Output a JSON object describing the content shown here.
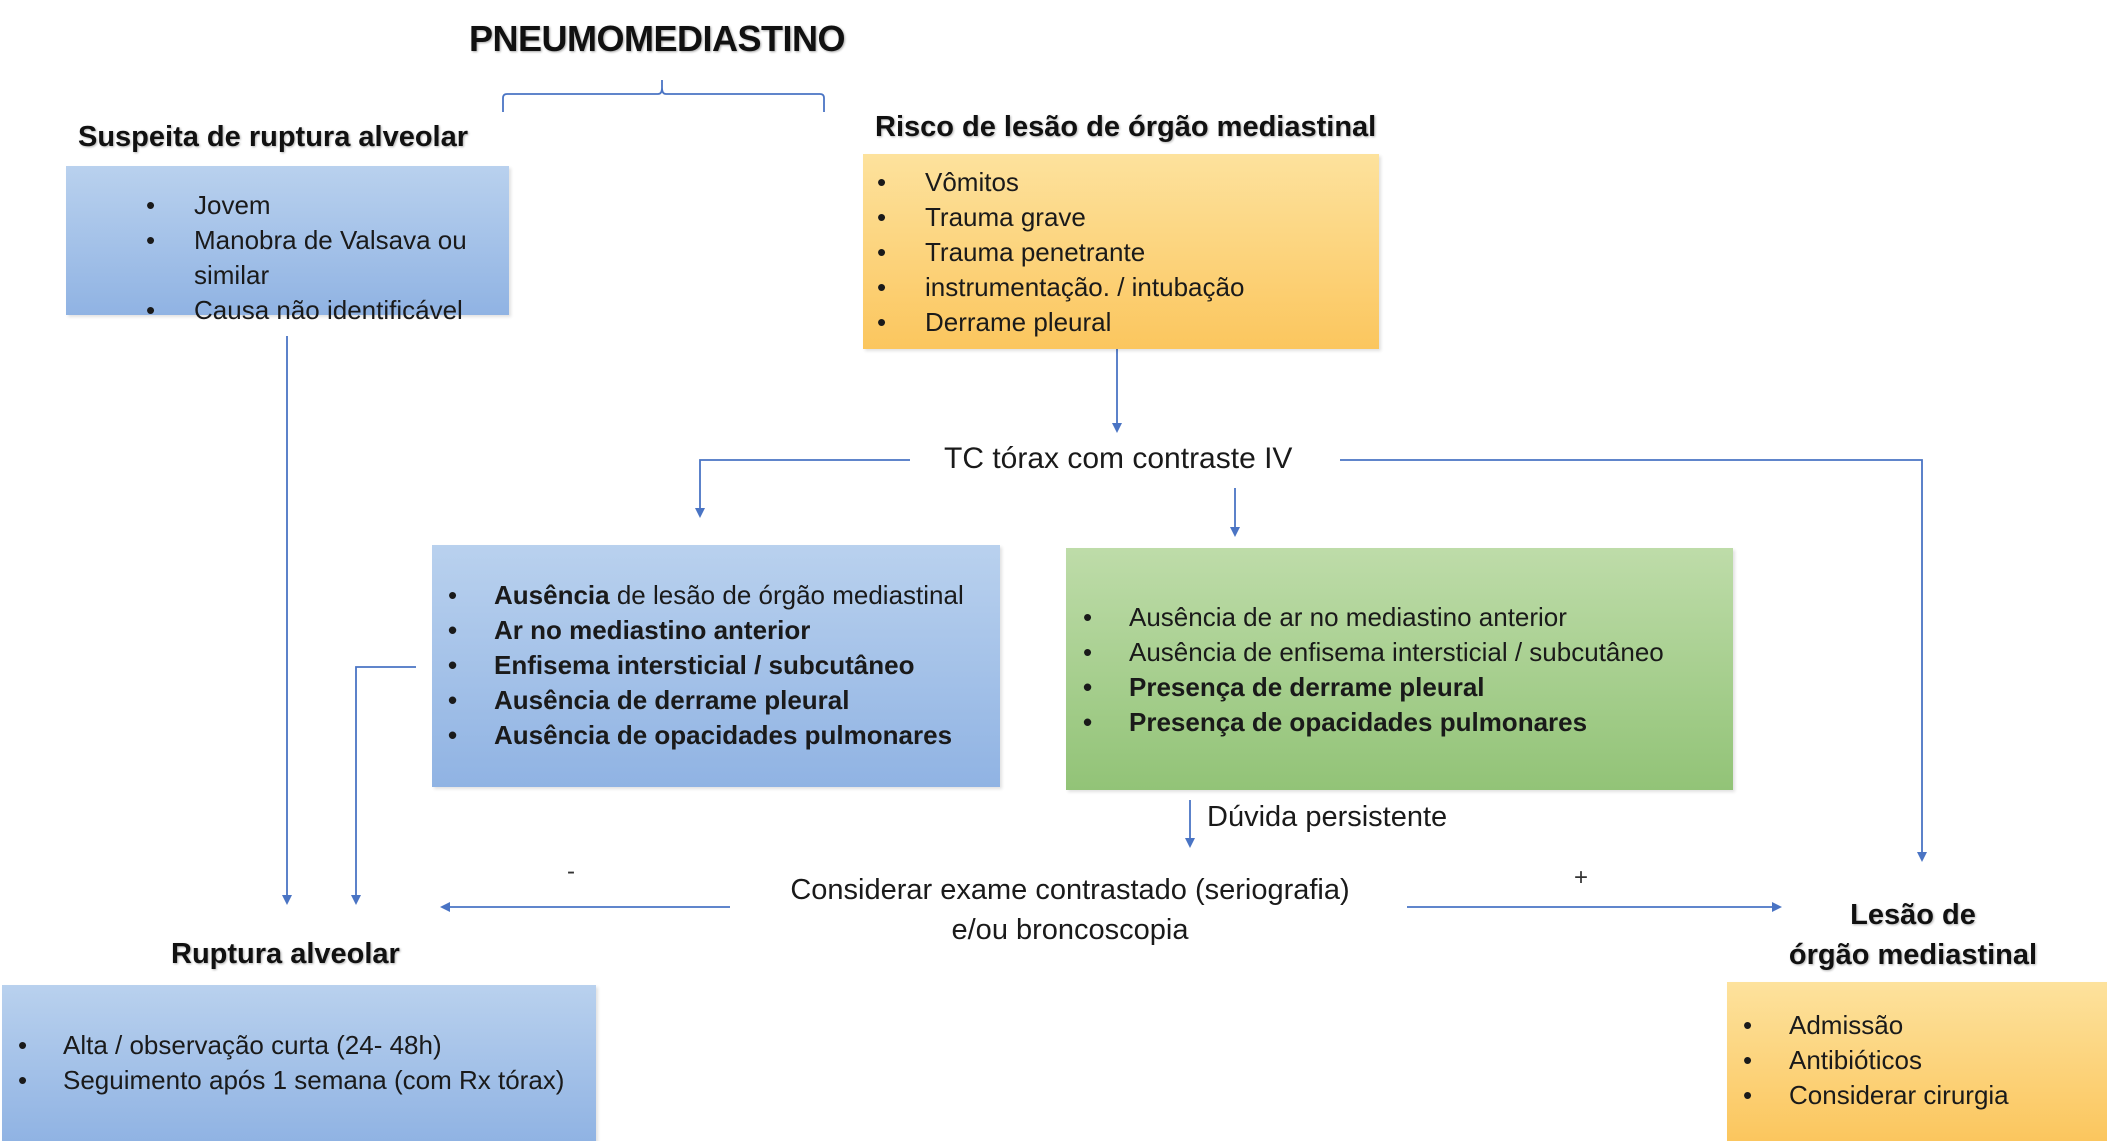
{
  "title": "PNEUMOMEDIASTINO",
  "alveolar_suspicion": {
    "heading": "Suspeita de ruptura alveolar",
    "items": [
      "Jovem",
      "Manobra de Valsava ou similar",
      "Causa não identificável"
    ]
  },
  "organ_risk": {
    "heading": "Risco de lesão de órgão mediastinal",
    "items": [
      "Vômitos",
      "Trauma grave",
      "Trauma penetrante",
      "instrumentação. / intubação",
      "Derrame pleural"
    ]
  },
  "ct": {
    "label": "TC tórax com contraste IV"
  },
  "blue_findings": {
    "item1_bold": "Ausência",
    "item1_rest": " de lesão de órgão mediastinal",
    "items_bold": [
      "Ar no mediastino anterior",
      "Enfisema intersticial / subcutâneo",
      "Ausência de derrame pleural",
      "Ausência de opacidades pulmonares"
    ]
  },
  "green_findings": {
    "items_normal": [
      "Ausência de ar no mediastino anterior",
      "Ausência de enfisema intersticial / subcutâneo"
    ],
    "items_bold": [
      "Presença de derrame pleural",
      "Presença de opacidades pulmonares"
    ]
  },
  "persistent_doubt": "Dúvida persistente",
  "consider": {
    "line1": "Considerar exame contrastado (seriografia)",
    "line2": "e/ou broncoscopia"
  },
  "minus_sign": "-",
  "plus_sign": "+",
  "alveolar_rupture": {
    "heading": "Ruptura alveolar",
    "items": [
      "Alta / observação curta (24- 48h)",
      "Seguimento após 1 semana (com Rx tórax)"
    ]
  },
  "organ_injury": {
    "heading_line1": "Lesão de",
    "heading_line2": "órgão mediastinal",
    "items": [
      "Admissão",
      "Antibióticos",
      "Considerar cirurgia"
    ]
  },
  "bullet": "•",
  "colors": {
    "blue_box": "#a6c3e8",
    "orange_box": "#fcd27c",
    "green_box": "#a9d08e",
    "connector": "#4a74c4"
  }
}
